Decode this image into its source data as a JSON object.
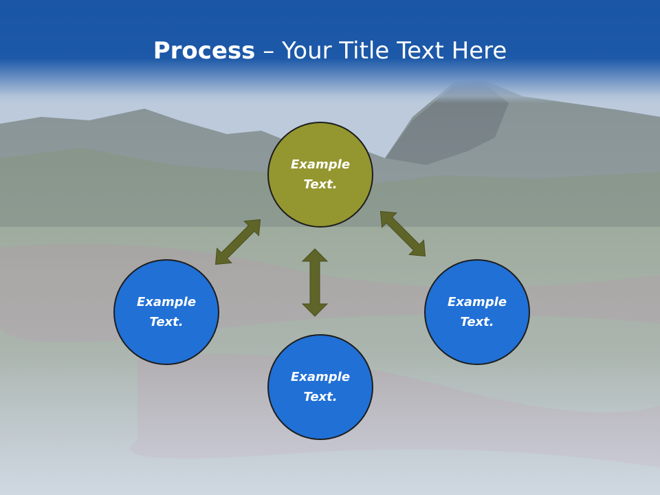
{
  "slide": {
    "title_bold": "Process",
    "title_rest": " – Your Title Text Here"
  },
  "diagram": {
    "nodes": [
      {
        "id": "top",
        "label": "Example\nText.",
        "color": "#949630"
      },
      {
        "id": "left",
        "label": "Example\nText.",
        "color": "#2070d6"
      },
      {
        "id": "bottom",
        "label": "Example\nText.",
        "color": "#2070d6"
      },
      {
        "id": "right",
        "label": "Example\nText.",
        "color": "#2070d6"
      }
    ],
    "arrows": [
      {
        "from": "top",
        "to": "left",
        "bidirectional": true
      },
      {
        "from": "top",
        "to": "bottom",
        "bidirectional": true
      },
      {
        "from": "top",
        "to": "right",
        "bidirectional": true
      }
    ],
    "arrow_color": "#5f6428"
  },
  "colors": {
    "header": "#1d59a8",
    "olive": "#949630",
    "blue": "#2070d6",
    "arrow": "#5f6428"
  }
}
